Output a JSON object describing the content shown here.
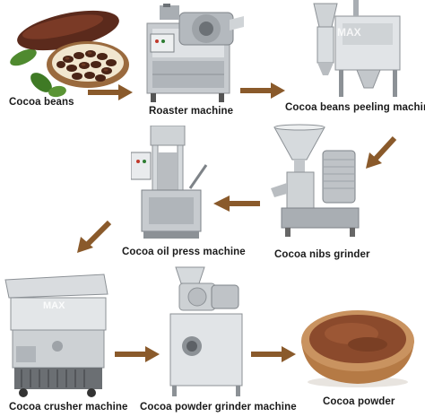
{
  "steps": [
    {
      "id": "cocoa-beans",
      "label": "Cocoa beans"
    },
    {
      "id": "roaster-machine",
      "label": "Roaster machine"
    },
    {
      "id": "peeling-machine",
      "label": "Cocoa beans peeling machine"
    },
    {
      "id": "nibs-grinder",
      "label": "Cocoa nibs grinder"
    },
    {
      "id": "oil-press",
      "label": "Cocoa oil press machine"
    },
    {
      "id": "crusher",
      "label": "Cocoa crusher machine"
    },
    {
      "id": "powder-grinder",
      "label": "Cocoa powder grinder machine"
    },
    {
      "id": "cocoa-powder",
      "label": "Cocoa powder"
    }
  ],
  "watermark": "MAX",
  "colors": {
    "arrow": "#8a5a2b",
    "steel_light": "#e4e6e8",
    "steel_mid": "#b9bdc1",
    "steel_dark": "#7e8388",
    "cocoa_brown": "#6b3a22",
    "powder": "#8b4a2c",
    "bowl_wood": "#c48a55"
  },
  "flow": [
    "cocoa-beans -> roaster-machine",
    "roaster-machine -> peeling-machine",
    "peeling-machine -> nibs-grinder",
    "nibs-grinder -> oil-press",
    "oil-press -> crusher",
    "crusher -> powder-grinder",
    "powder-grinder -> cocoa-powder"
  ]
}
